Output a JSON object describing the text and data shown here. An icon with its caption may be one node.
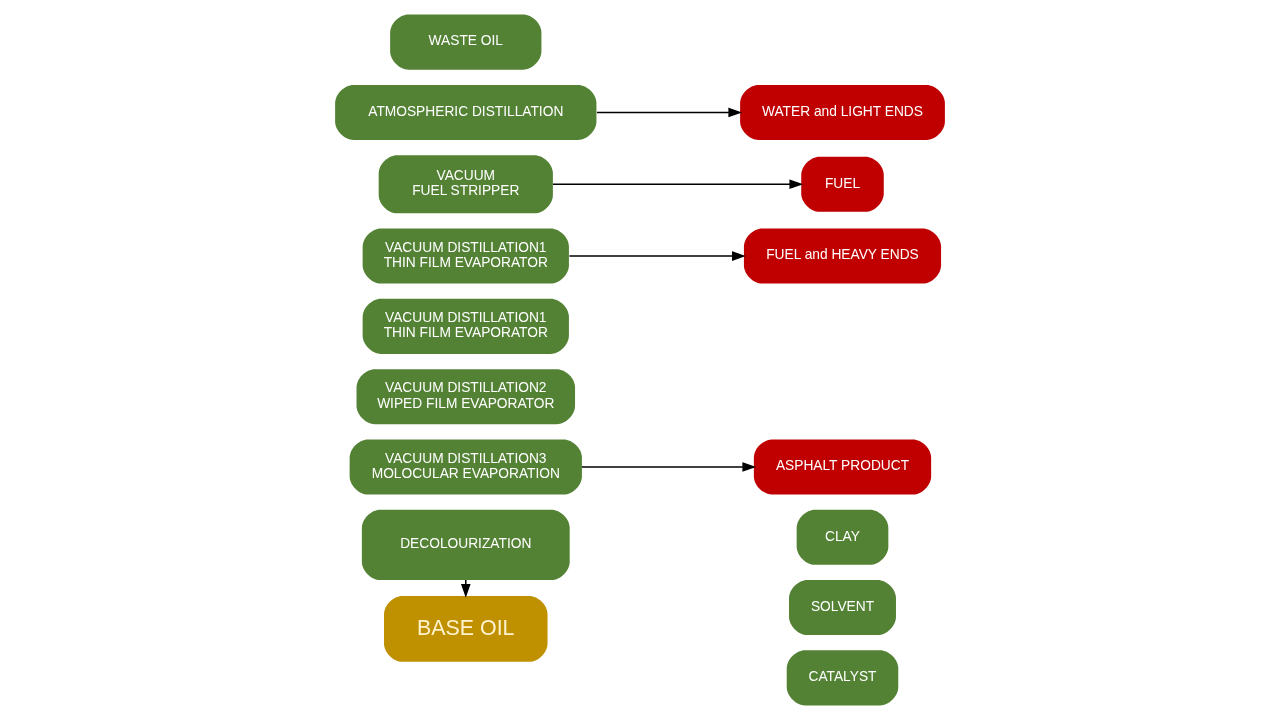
{
  "diagram": {
    "nodes": [
      {
        "text": [
          "WASTE OIL"
        ]
      },
      {
        "text": [
          "ATMOSPHERIC DISTILLATION"
        ]
      },
      {
        "text": [
          "WATER and LIGHT ENDS"
        ]
      },
      {
        "text": [
          "VACUUM",
          "FUEL STRIPPER"
        ]
      },
      {
        "text": [
          "FUEL"
        ]
      },
      {
        "text": [
          "VACUUM DISTILLATION1",
          "THIN FILM EVAPORATOR"
        ]
      },
      {
        "text": [
          "FUEL and HEAVY ENDS"
        ]
      },
      {
        "text": [
          "VACUUM DISTILLATION1",
          "THIN FILM EVAPORATOR"
        ]
      },
      {
        "text": [
          "VACUUM DISTILLATION2",
          "WIPED FILM EVAPORATOR"
        ]
      },
      {
        "text": [
          "VACUUM DISTILLATION3",
          "MOLOCULAR EVAPORATION"
        ]
      },
      {
        "text": [
          "ASPHALT PRODUCT"
        ]
      },
      {
        "text": [
          "DECOLOURIZATION"
        ]
      },
      {
        "text": [
          "CLAY"
        ]
      },
      {
        "text": [
          "SOLVENT"
        ]
      },
      {
        "text": [
          "CATALYST"
        ]
      },
      {
        "text": [
          "BASE OIL"
        ]
      }
    ],
    "edges": [
      {
        "from": 1,
        "to": 2,
        "arrow": "to"
      },
      {
        "from": 3,
        "to": 4,
        "arrow": "to"
      },
      {
        "from": 5,
        "to": 6,
        "arrow": "to"
      },
      {
        "from": 9,
        "to": 10,
        "arrow": "to"
      },
      {
        "from": 11,
        "to": 15,
        "arrow": "to"
      }
    ]
  }
}
